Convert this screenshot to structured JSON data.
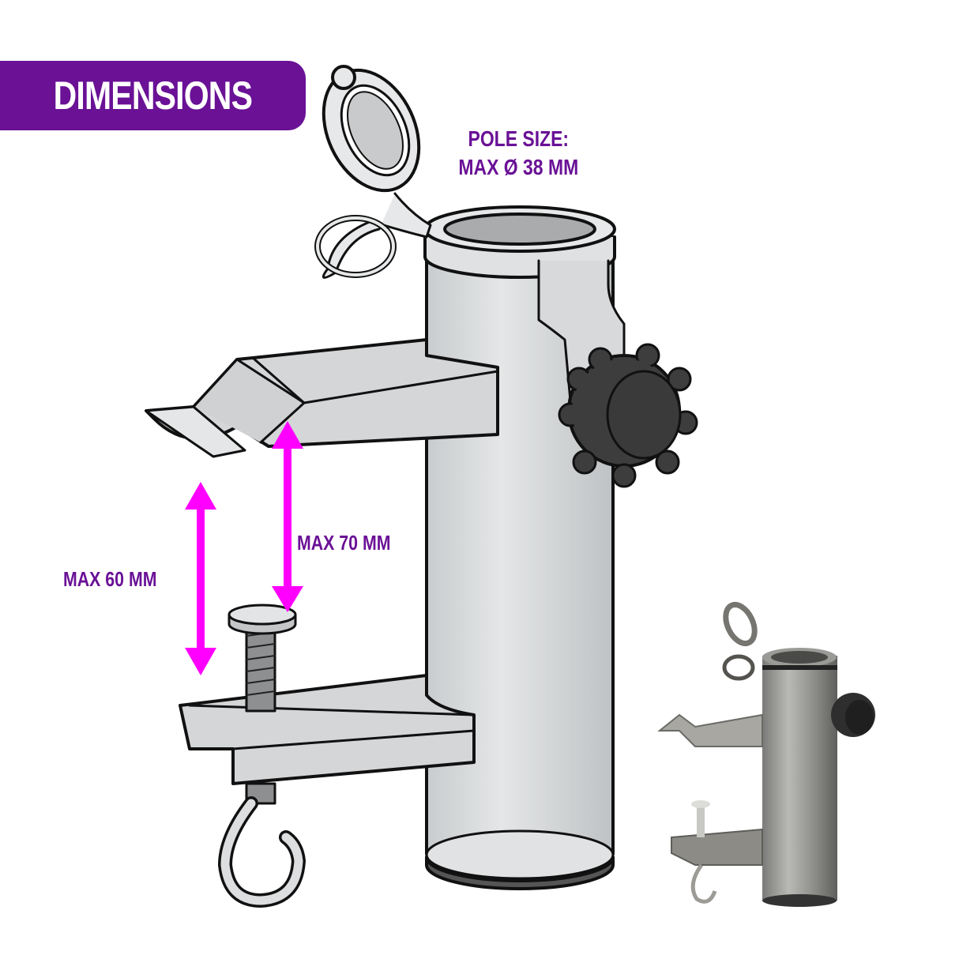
{
  "header": {
    "title": "DIMENSIONS",
    "banner_color": "#6a1196"
  },
  "annotations": {
    "pole_size_line1": "POLE SIZE:",
    "pole_size_line2": "MAX Ø 38 MM",
    "clamp_gap_upper": "MAX 70 MM",
    "clamp_gap_lower": "MAX 60 MM"
  },
  "colors": {
    "text_purple": "#6a1196",
    "arrow_magenta": "#ff00ff",
    "metal_light": "#d8dadc",
    "metal_dark": "#8a8a88",
    "knob": "#3a3a3a",
    "outline": "#111111"
  },
  "illustrations": {
    "main": "umbrella-holder-line-drawing",
    "inset": "umbrella-holder-product-photo"
  }
}
